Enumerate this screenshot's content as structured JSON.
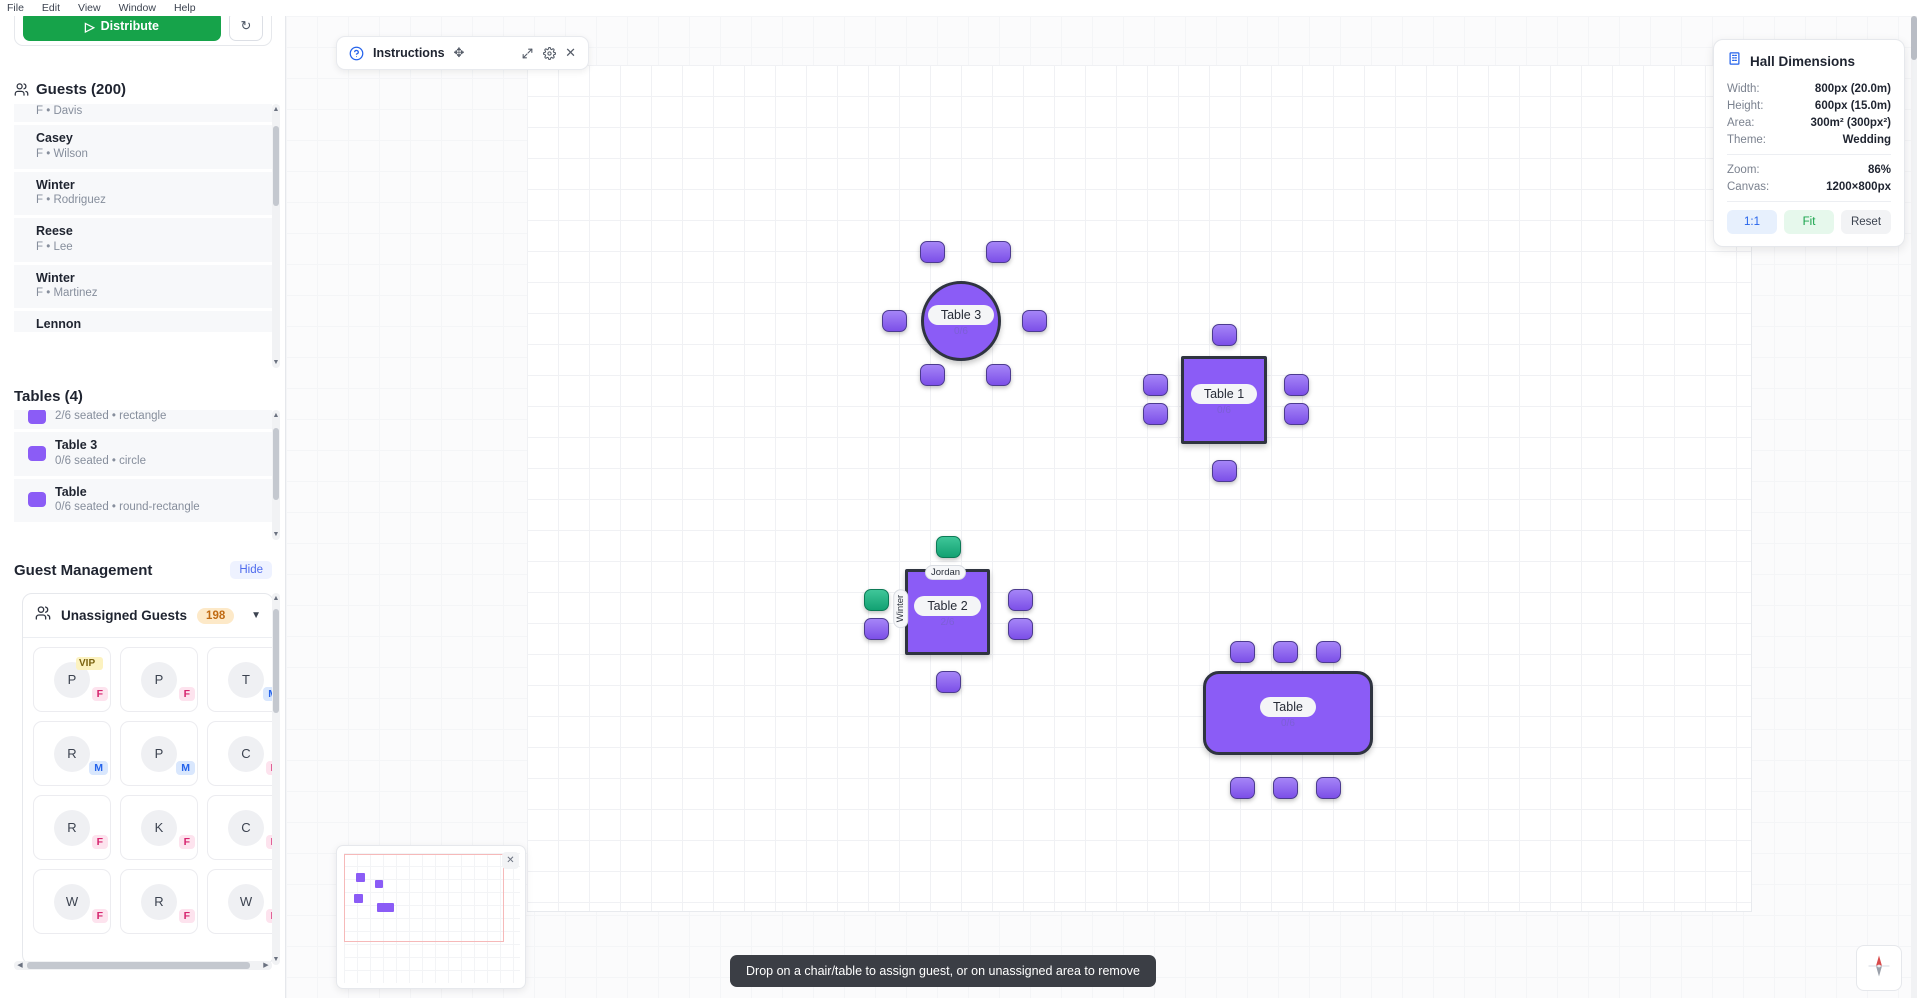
{
  "menubar": {
    "items": [
      "File",
      "Edit",
      "View",
      "Window",
      "Help"
    ]
  },
  "sidebar": {
    "distribute_button": "Distribute",
    "distribute_icon": "play-icon",
    "refresh_icon": "refresh-icon",
    "guests_section": {
      "title": "Guests (200)",
      "icon": "people-icon",
      "rows": [
        {
          "name": "",
          "sub": "F • Davis"
        },
        {
          "name": "Casey",
          "sub": "F • Wilson"
        },
        {
          "name": "Winter",
          "sub": "F • Rodriguez"
        },
        {
          "name": "Reese",
          "sub": "F • Lee"
        },
        {
          "name": "Winter",
          "sub": "F • Martinez"
        },
        {
          "name": "Lennon",
          "sub": ""
        }
      ]
    },
    "tables_section": {
      "title": "Tables (4)",
      "rows": [
        {
          "name": "",
          "sub": "2/6 seated • rectangle",
          "color": "#8b5cf6"
        },
        {
          "name": "Table 3",
          "sub": "0/6 seated • circle",
          "color": "#8b5cf6"
        },
        {
          "name": "Table",
          "sub": "0/6 seated • round-rectangle",
          "color": "#8b5cf6"
        }
      ]
    },
    "guest_management": {
      "title": "Guest Management",
      "hide_button": "Hide",
      "unassigned": {
        "label": "Unassigned Guests",
        "count": "198",
        "icon": "people-icon",
        "caret": "▼"
      },
      "cards": [
        {
          "initial": "P",
          "gender": "F",
          "vip": "VIP"
        },
        {
          "initial": "P",
          "gender": "F",
          "vip": ""
        },
        {
          "initial": "T",
          "gender": "M",
          "vip": ""
        },
        {
          "initial": "R",
          "gender": "M",
          "vip": ""
        },
        {
          "initial": "P",
          "gender": "M",
          "vip": ""
        },
        {
          "initial": "C",
          "gender": "F",
          "vip": ""
        },
        {
          "initial": "R",
          "gender": "F",
          "vip": ""
        },
        {
          "initial": "K",
          "gender": "F",
          "vip": ""
        },
        {
          "initial": "C",
          "gender": "F",
          "vip": ""
        },
        {
          "initial": "W",
          "gender": "F",
          "vip": ""
        },
        {
          "initial": "R",
          "gender": "F",
          "vip": ""
        },
        {
          "initial": "W",
          "gender": "F",
          "vip": ""
        }
      ]
    }
  },
  "instructions_panel": {
    "title": "Instructions",
    "help_icon": "question-circle-icon",
    "move_icon": "move-handle-icon",
    "expand_icon": "expand-icon",
    "settings_icon": "gear-icon",
    "close_icon": "close-icon"
  },
  "hall_dimensions": {
    "title": "Hall Dimensions",
    "icon": "building-icon",
    "rows": [
      {
        "key": "Width:",
        "value": "800px (20.0m)"
      },
      {
        "key": "Height:",
        "value": "600px (15.0m)"
      },
      {
        "key": "Area:",
        "value": "300m² (300px²)"
      },
      {
        "key": "Theme:",
        "value": "Wedding"
      }
    ],
    "rows2": [
      {
        "key": "Zoom:",
        "value": "86%"
      },
      {
        "key": "Canvas:",
        "value": "1200×800px"
      }
    ],
    "buttons": {
      "one_to_one": "1:1",
      "fit": "Fit",
      "reset": "Reset"
    }
  },
  "canvas": {
    "tables": [
      {
        "name": "Table 3",
        "count": "0/6",
        "shape": "circle",
        "seats": 6
      },
      {
        "name": "Table 1",
        "count": "0/6",
        "shape": "rectangle",
        "seats": 6
      },
      {
        "name": "Table 2",
        "count": "2/6",
        "shape": "rectangle",
        "seats": 6
      },
      {
        "name": "Table",
        "count": "0/6",
        "shape": "round-rectangle",
        "seats": 6
      }
    ],
    "seated_guests": [
      {
        "name": "Jordan",
        "table": "Table 2"
      },
      {
        "name": "Winter",
        "table": "Table 2"
      }
    ]
  },
  "minimap": {
    "close_icon": "close-icon"
  },
  "toast": {
    "message": "Drop on a chair/table to assign guest, or on unassigned area to remove"
  },
  "compass": {
    "icon": "compass-icon"
  },
  "colors": {
    "accent_purple": "#8b5cf6",
    "occupied_green": "#12a172",
    "distribute_green": "#16a34a",
    "badge_orange": "#c06a12",
    "female_pink": "#d6246e",
    "male_blue": "#2563eb"
  }
}
